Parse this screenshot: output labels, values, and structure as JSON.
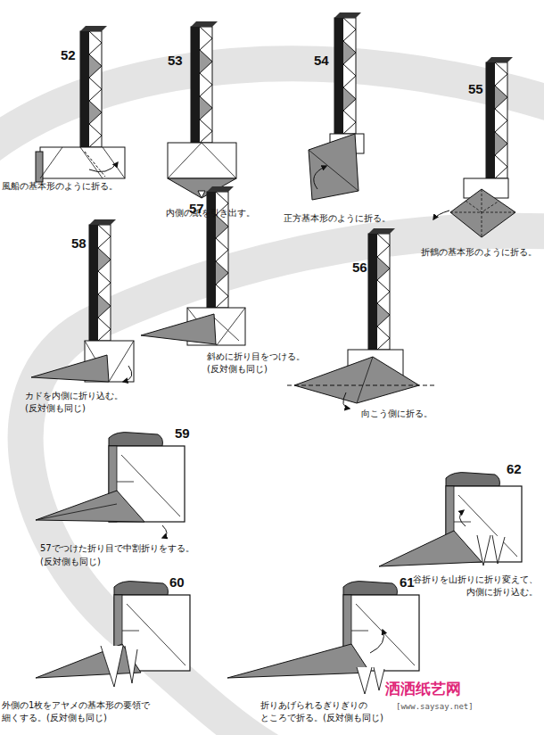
{
  "diagram": {
    "labels": [
      "52",
      "風船の基本形のように折る。",
      "53",
      "内側の紙を引き出す。",
      "54",
      "正方基本形のように折る。",
      "55",
      "折鶴の基本形のように折る。",
      "57",
      "斜めに折り目をつける。",
      "(反対側も同じ)",
      "58",
      "カドを内側に折り込む。",
      "(反対側も同じ)",
      "56",
      "向こう側に折る。",
      "59",
      "57でつけた折り目で中割折りをする。",
      "(反対側も同じ)",
      "62",
      "谷折りを山折りに折り変えて、 内側に折り込む。",
      "60",
      "外側の1枚をアヤメの基本形の要領で 細くする。(反対側も同じ)",
      "61",
      "折りあげられるぎりぎりの ところで折る。(反対側も同じ)",
      "洒洒纸艺网",
      "[www.saysay.net]"
    ]
  }
}
